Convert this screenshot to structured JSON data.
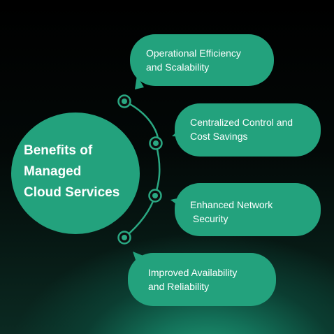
{
  "center": {
    "title_lines": [
      "Benefits of",
      "Managed",
      "Cloud Services"
    ]
  },
  "benefits": [
    {
      "lines": [
        "Operational Efficiency",
        "and Scalability"
      ]
    },
    {
      "lines": [
        "Centralized Control and",
        "Cost Savings"
      ]
    },
    {
      "lines": [
        "Enhanced Network",
        " Security"
      ]
    },
    {
      "lines": [
        "Improved Availability",
        "and Reliability"
      ]
    }
  ],
  "colors": {
    "accent": "#23a27d",
    "node_fill": "#1e9a76",
    "connector": "#2aa882",
    "text": "#ffffff",
    "background": "#000000"
  }
}
